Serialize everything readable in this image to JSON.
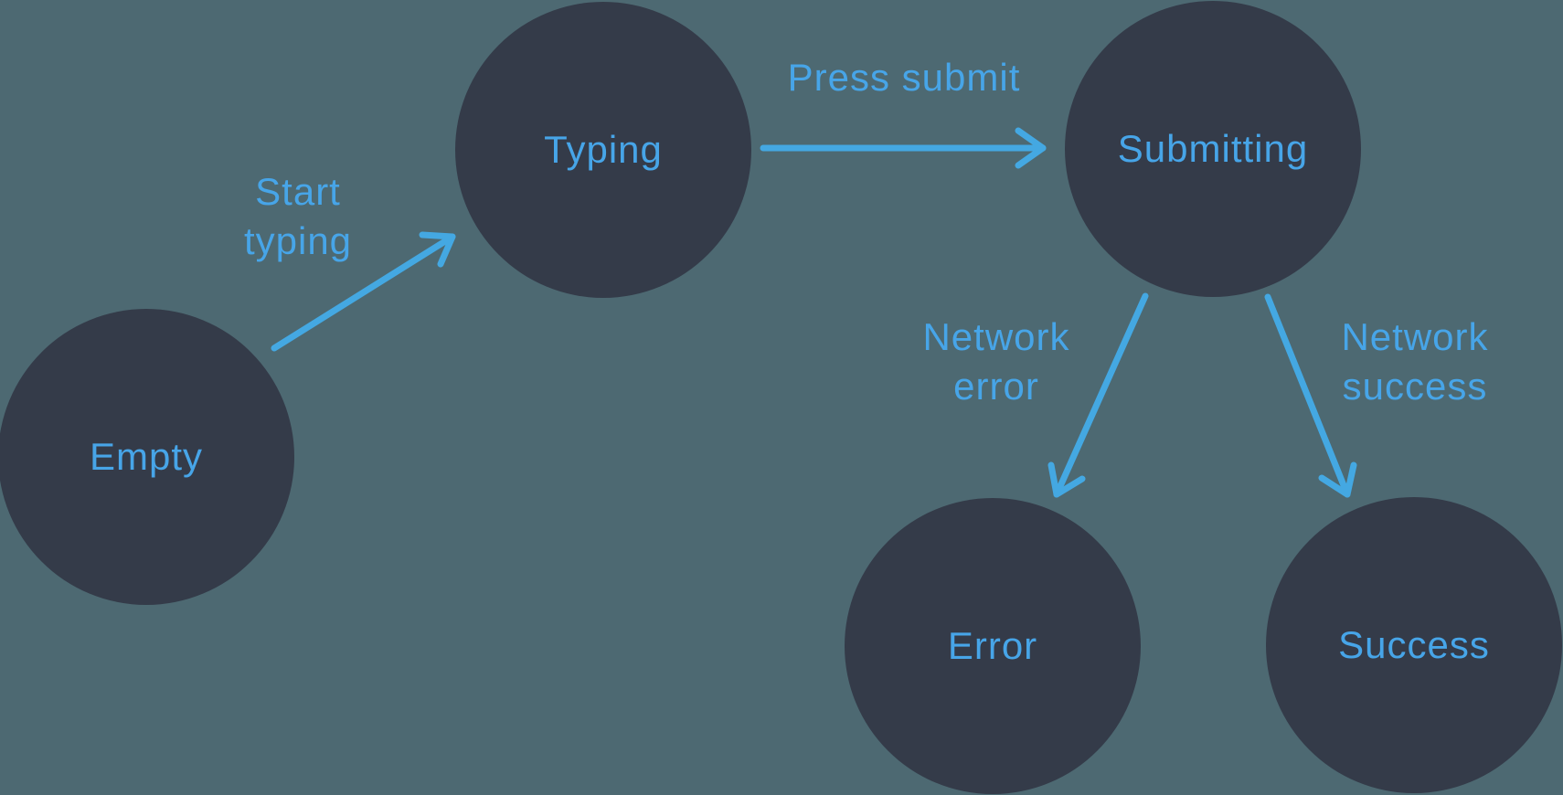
{
  "diagram": {
    "type": "state-machine",
    "colors": {
      "background": "#4d6972",
      "node_fill": "#343b49",
      "accent_blue": "#45a6e6"
    },
    "nodes": [
      {
        "id": "empty",
        "label": "Empty"
      },
      {
        "id": "typing",
        "label": "Typing"
      },
      {
        "id": "submitting",
        "label": "Submitting"
      },
      {
        "id": "error",
        "label": "Error"
      },
      {
        "id": "success",
        "label": "Success"
      }
    ],
    "edges": [
      {
        "from": "Empty",
        "to": "Typing",
        "label": "Start\ntyping"
      },
      {
        "from": "Typing",
        "to": "Submitting",
        "label": "Press submit"
      },
      {
        "from": "Submitting",
        "to": "Error",
        "label": "Network\nerror"
      },
      {
        "from": "Submitting",
        "to": "Success",
        "label": "Network\nsuccess"
      }
    ]
  }
}
